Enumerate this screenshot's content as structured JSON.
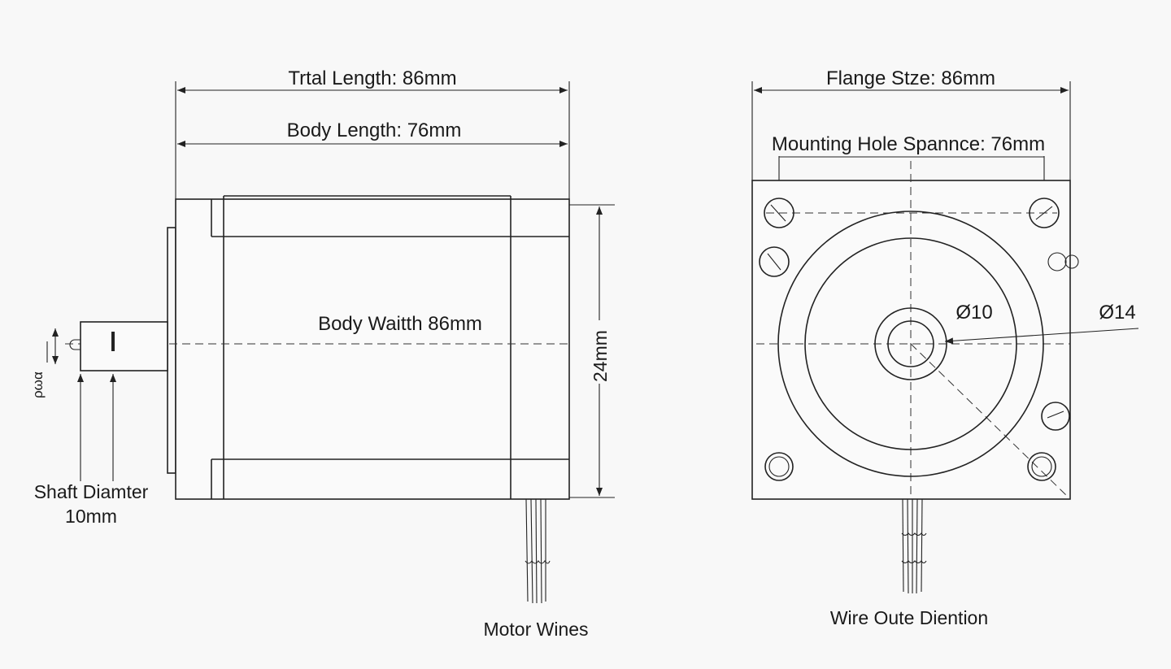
{
  "side_view": {
    "total_length_label": "Trtal Length: 86mm",
    "body_length_label": "Body Length: 76mm",
    "body_width_label": "Body Waitth  86mm",
    "height_label": "24mm",
    "shaft_label_line1": "Shaft Diamter",
    "shaft_label_line2": "10mm",
    "small_label": "ρωα",
    "wires_label": "Motor Wines"
  },
  "front_view": {
    "flange_label": "Flange Stze: 86mm",
    "mounting_label": "Mounting Hole Spannce: 76mm",
    "inner_dia_label": "Ø10",
    "outer_dia_label": "Ø14",
    "wire_label": "Wire Oute Diention"
  },
  "colors": {
    "line": "#222222",
    "background": "#f8f8f8"
  }
}
